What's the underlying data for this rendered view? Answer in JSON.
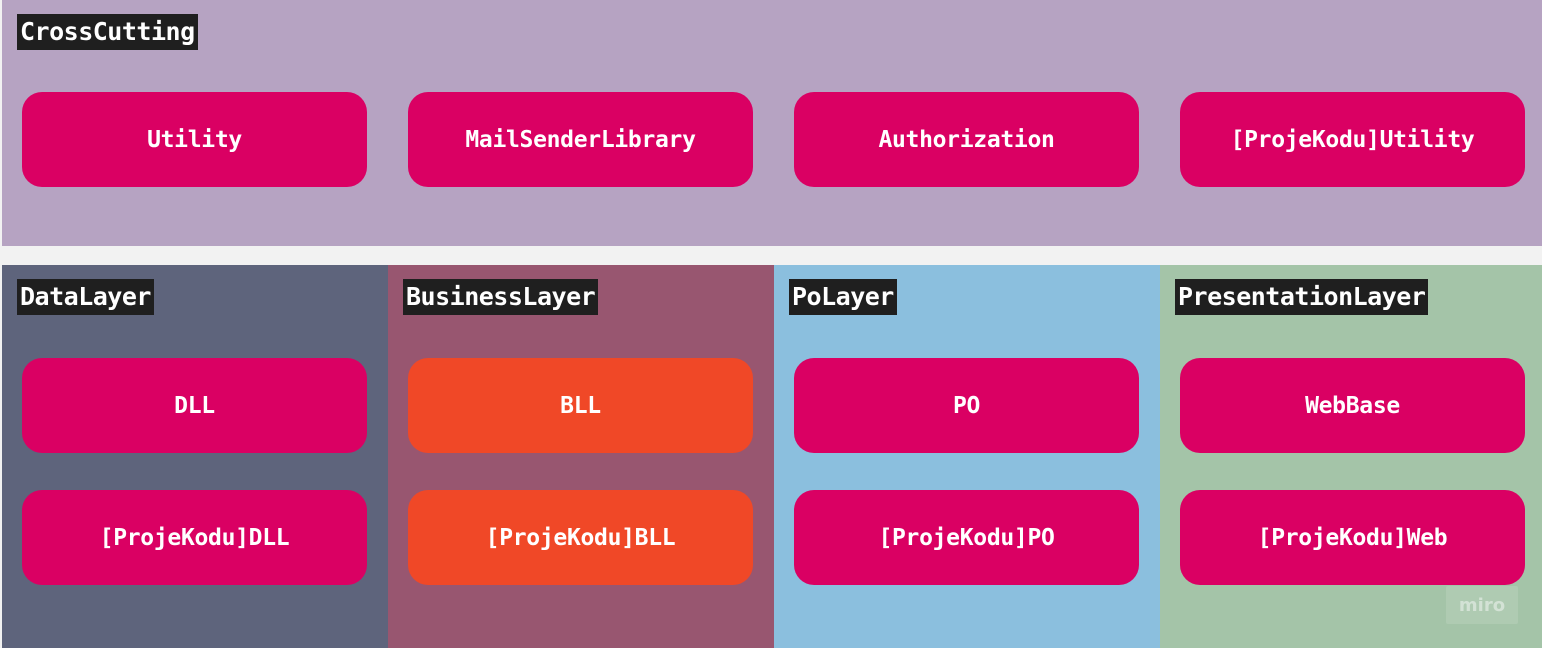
{
  "colors": {
    "crosscutting_bg": "#b6a3c2",
    "datalayer_bg": "#5e647c",
    "businesslayer_bg": "#985670",
    "polayer_bg": "#8bbfde",
    "presentationlayer_bg": "#a4c4a8",
    "magenta_box": "#da0063",
    "orange_box": "#f04827",
    "title_bg": "#1f1f1f"
  },
  "frames": {
    "crosscutting": {
      "title": "CrossCutting",
      "boxes": [
        "Utility",
        "MailSenderLibrary",
        "Authorization",
        "[ProjeKodu]Utility"
      ]
    },
    "datalayer": {
      "title": "DataLayer",
      "boxes": [
        "DLL",
        "[ProjeKodu]DLL"
      ]
    },
    "businesslayer": {
      "title": "BusinessLayer",
      "boxes": [
        "BLL",
        "[ProjeKodu]BLL"
      ]
    },
    "polayer": {
      "title": "PoLayer",
      "boxes": [
        "PO",
        "[ProjeKodu]PO"
      ]
    },
    "presentationlayer": {
      "title": "PresentationLayer",
      "boxes": [
        "WebBase",
        "[ProjeKodu]Web"
      ]
    }
  },
  "watermark": "miro"
}
